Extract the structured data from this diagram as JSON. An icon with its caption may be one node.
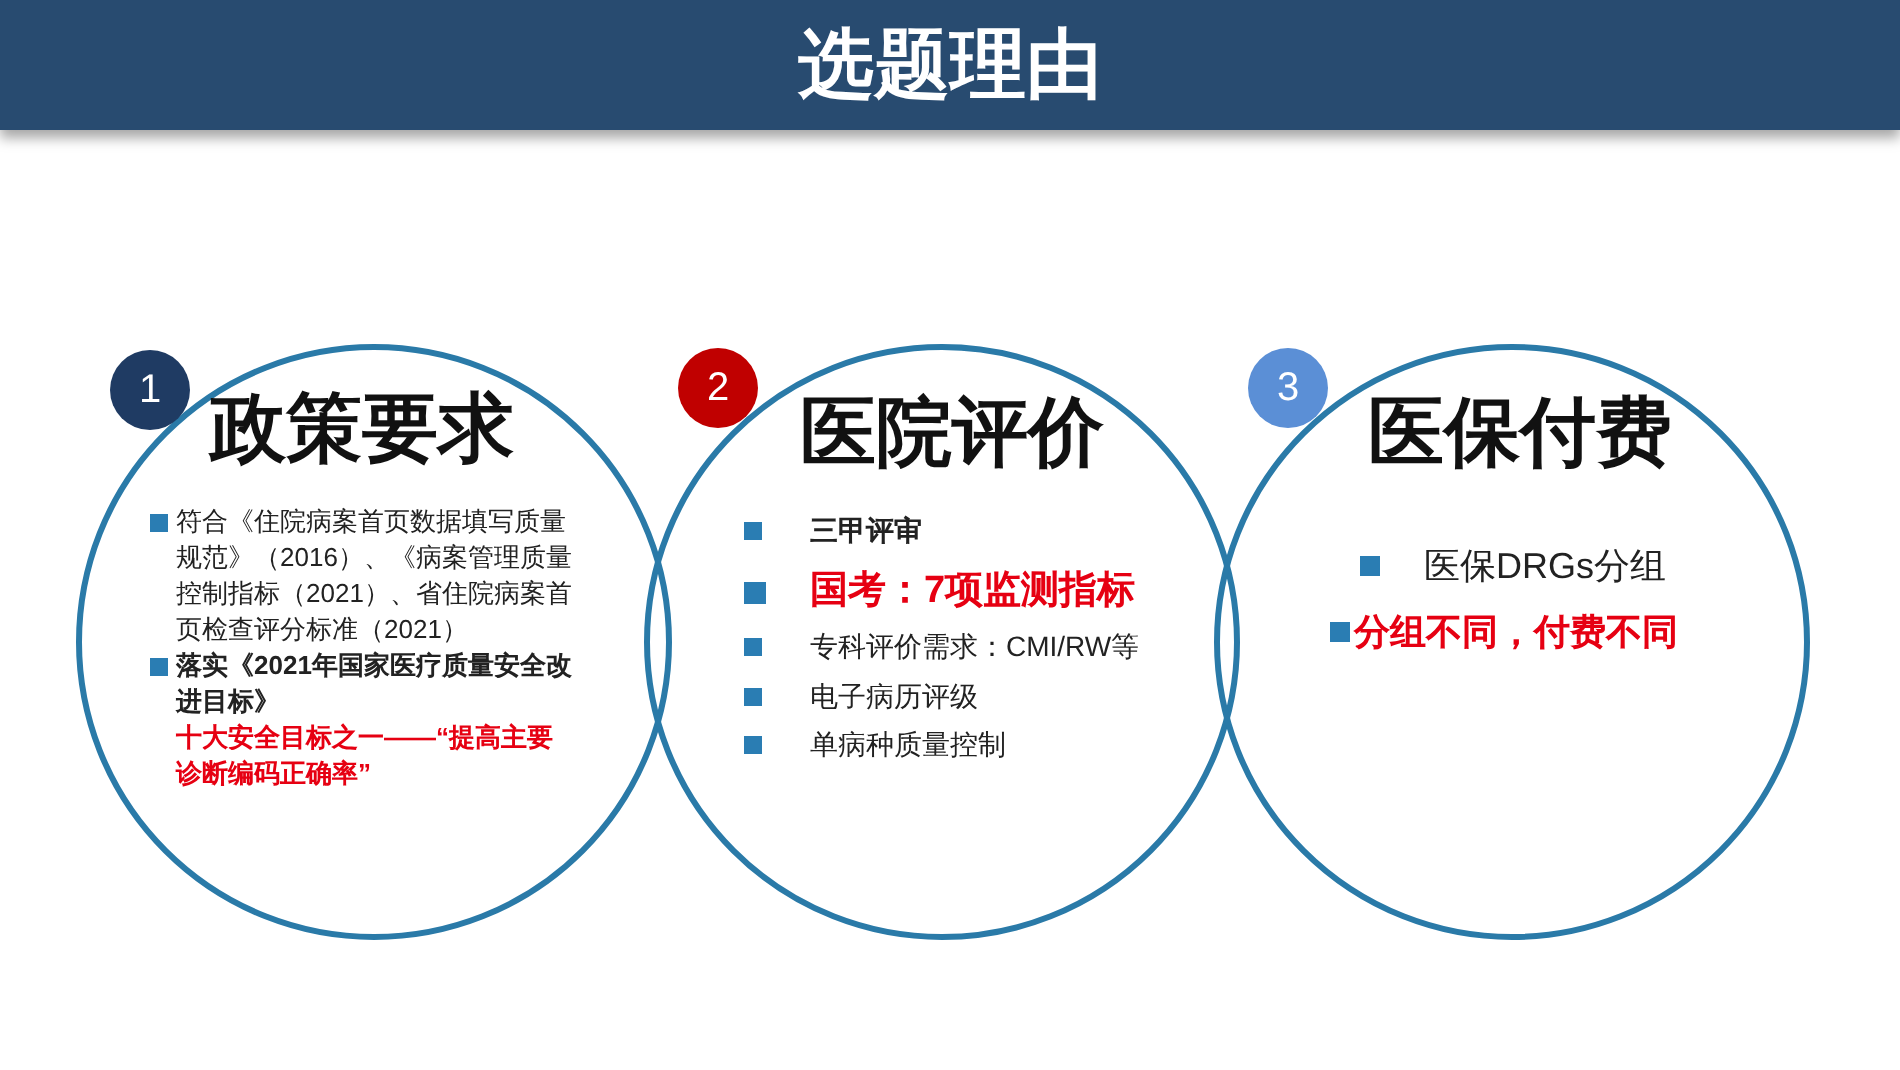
{
  "diagram": {
    "title": "选题理由",
    "nodes": [
      {
        "text": [
          "1"
        ]
      },
      {
        "text": [
          "政策要求",
          "符合《住院病案首页数据填写质量规范》（2016）、《病案管理质量控制指标（2021）、省住院病案首页检查评分标准（2021）",
          "落实《2021年国家医疗质量安全改进目标》",
          "十大安全目标之一——“提高主要诊断编码正确率”"
        ]
      },
      {
        "text": [
          "2"
        ]
      },
      {
        "text": [
          "医院评价",
          "三甲评审",
          "国考：7项监测指标",
          "专科评价需求：CMI/RW等",
          "电子病历评级",
          "单病种质量控制"
        ]
      },
      {
        "text": [
          "3"
        ]
      },
      {
        "text": [
          "医保付费",
          "医保DRGs分组",
          "分组不同，付费不同"
        ]
      }
    ]
  }
}
